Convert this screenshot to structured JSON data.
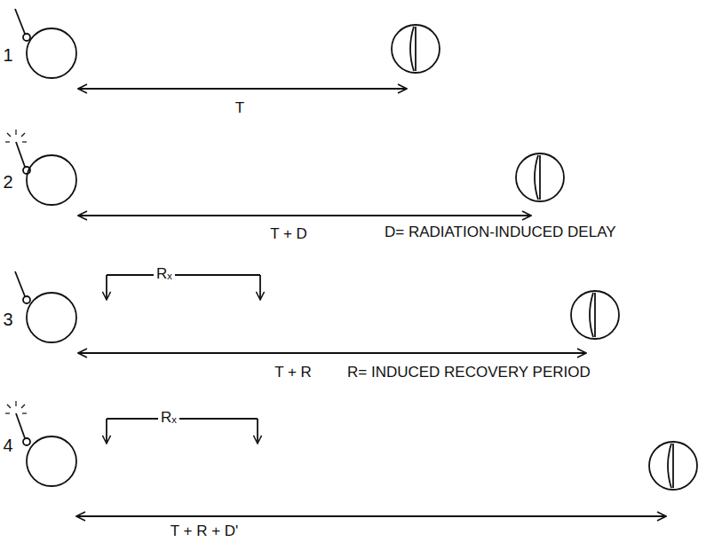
{
  "diagram": {
    "labels": [
      "1",
      "T",
      "2",
      "T + D",
      "D= RADIATION-INDUCED DELAY",
      "3",
      "Rₓ",
      "T + R",
      "R= INDUCED RECOVERY PERIOD",
      "4",
      "Rₓ",
      "T + R + D'"
    ]
  }
}
